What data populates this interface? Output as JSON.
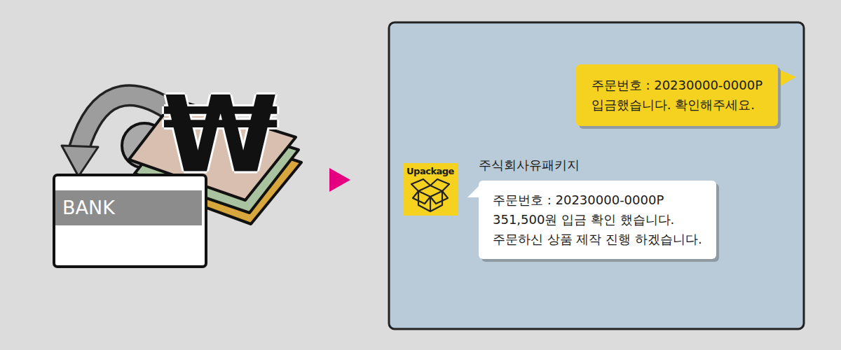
{
  "diagram": {
    "nodes": [
      {
        "text": [
          "BANK"
        ]
      },
      {
        "text": [
          "주문번호 : 20230000-0000P 입금했습니다. 확인해주세요."
        ]
      },
      {
        "text": [
          "Upackage"
        ]
      },
      {
        "text": [
          "주식회사유패키지",
          "주문번호 : 20230000-0000P 351,500원 입금 확인 했습니다. 주문하신 상품 제작 진행 하겠습니다."
        ]
      }
    ],
    "labels": [
      "₩"
    ]
  }
}
